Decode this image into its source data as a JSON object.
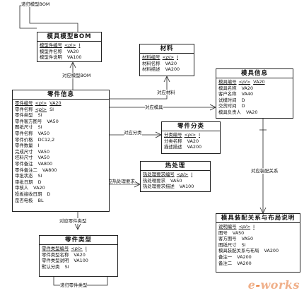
{
  "relations": {
    "mold_bom_self": "递归模型BOM",
    "part_mold_bom": "对应模型BOM",
    "part_material": "对应材料",
    "part_mold": "对应模具",
    "part_category": "对应分类",
    "part_heat": "对应热处理要求",
    "mold_assembly": "对应装配关系",
    "part_type": "对应零件类型",
    "part_type_self": "递归零件类型"
  },
  "entities": {
    "mold_bom": {
      "title": "模具模型BOM",
      "rows": [
        {
          "name": "模型件编号",
          "key": "<pi>",
          "type": "I"
        },
        {
          "name": "模型件名称",
          "key": "",
          "type": "VA20"
        },
        {
          "name": "模型件说明",
          "key": "",
          "type": "VA100"
        }
      ]
    },
    "material": {
      "title": "材料",
      "rows": [
        {
          "name": "材料编号",
          "key": "<pi>",
          "type": "I"
        },
        {
          "name": "材料名称",
          "key": "",
          "type": "VA20"
        },
        {
          "name": "材料描述",
          "key": "",
          "type": "VA200"
        }
      ]
    },
    "mold_info": {
      "title": "模具信息",
      "rows": [
        {
          "name": "模具编号",
          "key": "<pi>",
          "type": "VA20"
        },
        {
          "name": "模具名称",
          "key": "",
          "type": "VA20"
        },
        {
          "name": "客户名称",
          "key": "",
          "type": "VA40"
        },
        {
          "name": "试模时间",
          "key": "",
          "type": "D"
        },
        {
          "name": "交货时间",
          "key": "",
          "type": "D"
        },
        {
          "name": "模具负责人",
          "key": "",
          "type": "VA20"
        }
      ]
    },
    "part_info": {
      "title": "零件信息",
      "rows": [
        {
          "name": "零件编号",
          "key": "<pi>",
          "type": "VA20"
        },
        {
          "name": "零件名称",
          "key": "<pi>",
          "type": "SI"
        },
        {
          "name": "零件类型",
          "key": "",
          "type": "SI"
        },
        {
          "name": "零件客方图号",
          "key": "",
          "type": "VA50"
        },
        {
          "name": "图纸尺寸",
          "key": "",
          "type": "SI"
        },
        {
          "name": "零件名称",
          "key": "",
          "type": "VA50"
        },
        {
          "name": "零件价格",
          "key": "",
          "type": "DC12,2"
        },
        {
          "name": "零件数量",
          "key": "",
          "type": "I"
        },
        {
          "name": "完成尺寸",
          "key": "",
          "type": "VA50"
        },
        {
          "name": "坯料尺寸",
          "key": "",
          "type": "VA50"
        },
        {
          "name": "零件备注",
          "key": "",
          "type": "VA800"
        },
        {
          "name": "零件备注二",
          "key": "",
          "type": "VA800"
        },
        {
          "name": "审批状态",
          "key": "",
          "type": "SI"
        },
        {
          "name": "审批日期",
          "key": "",
          "type": "D"
        },
        {
          "name": "审核人",
          "key": "",
          "type": "VA20"
        },
        {
          "name": "投板接收日期",
          "key": "",
          "type": "D"
        },
        {
          "name": "是否电极",
          "key": "",
          "type": "BL"
        }
      ]
    },
    "part_category": {
      "title": "零件分类",
      "rows": [
        {
          "name": "分类编号",
          "key": "<pi>",
          "type": "I"
        },
        {
          "name": "分类名称",
          "key": "",
          "type": "VA20"
        },
        {
          "name": "描述描述",
          "key": "",
          "type": "VA200"
        }
      ]
    },
    "heat_treatment": {
      "title": "热处理",
      "rows": [
        {
          "name": "热处理要求编号",
          "key": "<pi>",
          "type": "I"
        },
        {
          "name": "热处理要求",
          "key": "",
          "type": "VA50"
        },
        {
          "name": "热处理要求描述",
          "key": "",
          "type": "VA100"
        }
      ]
    },
    "part_type": {
      "title": "零件类型",
      "rows": [
        {
          "name": "零件类型编号",
          "key": "<pi>",
          "type": "I"
        },
        {
          "name": "零件类型名称",
          "key": "",
          "type": "VA20"
        },
        {
          "name": "零件类型说明",
          "key": "",
          "type": "VA100"
        },
        {
          "name": "默认分类",
          "key": "",
          "type": "SI"
        }
      ]
    },
    "assembly": {
      "title": "模具装配关系与布局说明",
      "rows": [
        {
          "name": "说明编号",
          "key": "<pi>",
          "type": "I"
        },
        {
          "name": "图号",
          "key": "",
          "type": "VA50"
        },
        {
          "name": "客方图号",
          "key": "",
          "type": "VA50"
        },
        {
          "name": "图纸尺寸",
          "key": "",
          "type": "SI"
        },
        {
          "name": "模具装配关系与布局",
          "key": "",
          "type": "VA200"
        },
        {
          "name": "备注一",
          "key": "",
          "type": "VA200"
        },
        {
          "name": "备注二",
          "key": "",
          "type": "VA200"
        }
      ]
    }
  },
  "watermark": {
    "left": "e",
    "dot": "-",
    "right": "works"
  }
}
